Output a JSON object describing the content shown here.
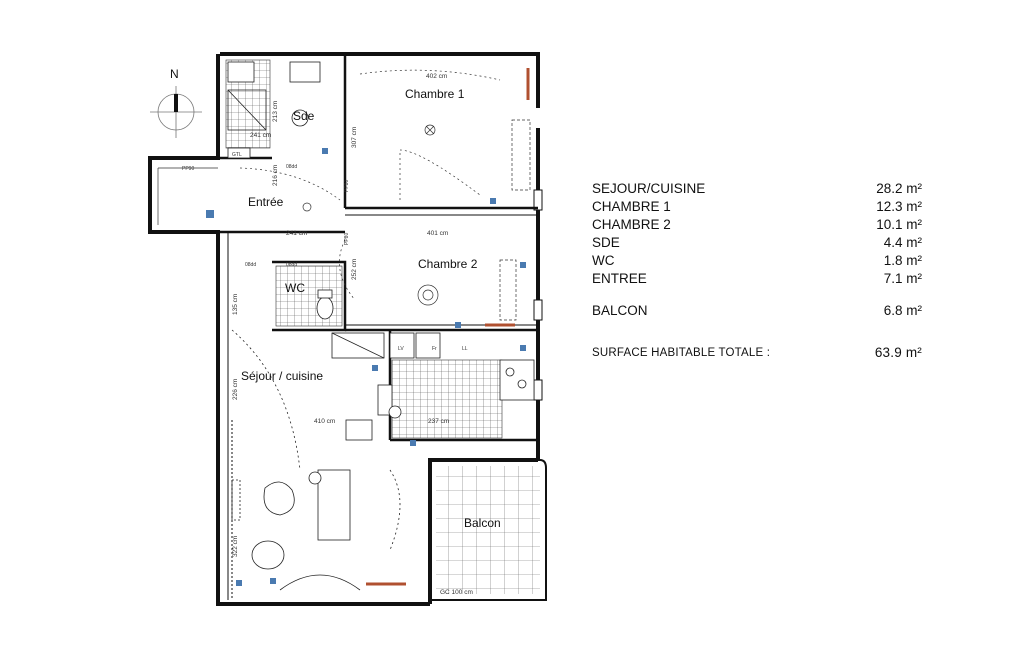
{
  "compass": {
    "north_label": "N"
  },
  "rooms": {
    "chambre1": "Chambre 1",
    "chambre2": "Chambre 2",
    "sde": "Sde",
    "entree": "Entrée",
    "wc": "WC",
    "sejour": "Séjour / cuisine",
    "balcon": "Balcon"
  },
  "dimensions": {
    "chambre1_width": "402 cm",
    "chambre1_depth": "307 cm",
    "sde_width": "241 cm",
    "sde_depth": "213 cm",
    "entree_depth": "216 cm",
    "entree_width": "241 cm",
    "chambre2_width": "401 cm",
    "chambre2_depth": "252 cm",
    "wc_depth": "135 cm",
    "sejour_depth": "226 cm",
    "sejour_width": "410 cm",
    "kitchen_width": "237 cm",
    "sejour_bottom_depth": "322 cm",
    "balcon_gc": "GC 100 cm"
  },
  "plan_marks": {
    "gtl": "GTL",
    "pp90_entry": "PP90",
    "pp80_1": "PP80",
    "pp80_2": "PP80",
    "ddd1": "08dd",
    "ddd2": "08dd",
    "ddd3": "08dd",
    "lv": "LV",
    "ll": "LL",
    "fr": "Fr"
  },
  "areas": [
    {
      "name": "SEJOUR/CUISINE",
      "value": "28.2 m²"
    },
    {
      "name": "CHAMBRE 1",
      "value": "12.3 m²"
    },
    {
      "name": "CHAMBRE 2",
      "value": "10.1 m²"
    },
    {
      "name": "SDE",
      "value": "4.4 m²"
    },
    {
      "name": "WC",
      "value": "1.8 m²"
    },
    {
      "name": "ENTREE",
      "value": "7.1 m²"
    }
  ],
  "balcon_area": {
    "name": "BALCON",
    "value": "6.8 m²"
  },
  "total": {
    "label": "SURFACE HABITABLE TOTALE :",
    "value": "63.9 m²"
  }
}
